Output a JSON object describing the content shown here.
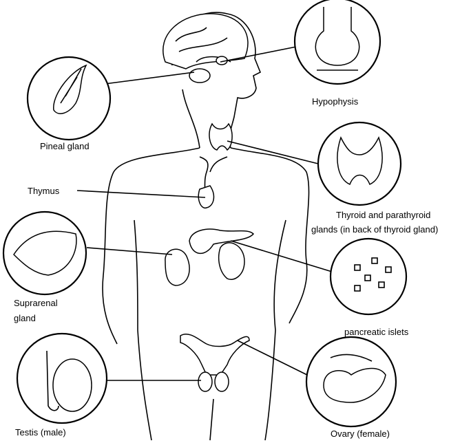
{
  "labels": {
    "pineal": "Pineal gland",
    "hypophysis": "Hypophysis",
    "thymus": "Thymus",
    "thyroid_1": "Thyroid and parathyroid",
    "thyroid_2": "glands (in back of thyroid gland)",
    "suprarenal_1": "Suprarenal",
    "suprarenal_2": "gland",
    "pancreatic": "pancreatic islets",
    "testis": "Testis (male)",
    "ovary": "Ovary (female)"
  }
}
